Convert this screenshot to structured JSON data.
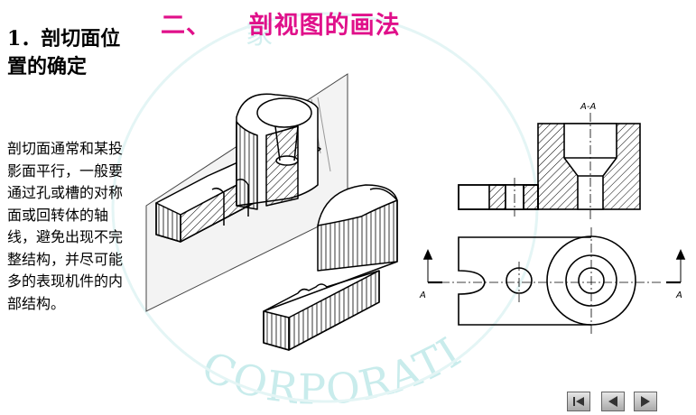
{
  "slide": {
    "title": "二、    剖视图的画法",
    "heading": "1．剖切面位置的确定",
    "body": "剖切面通常和某投影面平行，一般要通过孔或槽的对称面或回转体的轴线，避免出现不完整结构，并尽可能多的表现机件的内部结构。"
  },
  "drawing": {
    "section_label": "A-A",
    "cut_label_left": "A",
    "cut_label_right": "A"
  },
  "watermark": {
    "text": "CORPORATIO",
    "cjk": "家"
  },
  "nav": {
    "first": "first-page-icon",
    "prev": "prev-page-icon",
    "next": "next-page-icon"
  },
  "colors": {
    "title": "#e0108a",
    "watermark": "#c9ecec"
  }
}
